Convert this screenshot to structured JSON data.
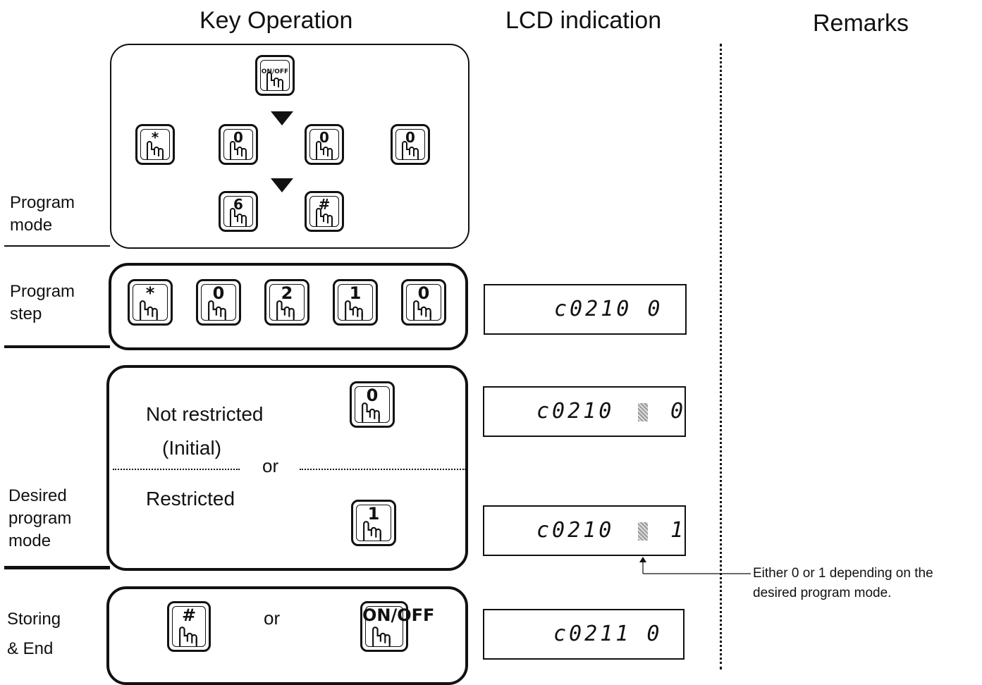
{
  "headers": {
    "key_operation": "Key Operation",
    "lcd_indication": "LCD  indication",
    "remarks": "Remarks"
  },
  "rows": {
    "program_mode": {
      "line1": "Program",
      "line2": "mode"
    },
    "program_step": {
      "line1": "Program",
      "line2": "step"
    },
    "desired_mode": {
      "line1": "Desired",
      "line2": "program",
      "line3": "mode"
    },
    "storing": {
      "line1": "Storing",
      "line2": "& End"
    }
  },
  "keys": {
    "onoff": "ON/OFF",
    "star": "*",
    "zero": "0",
    "one": "1",
    "two": "2",
    "six": "6",
    "hash": "#"
  },
  "options": {
    "not_restricted": "Not restricted",
    "initial": "(Initial)",
    "restricted": "Restricted",
    "or": "or"
  },
  "lcd": {
    "step": "c0210 0",
    "not_restricted_left": "c0210",
    "not_restricted_right": "0",
    "restricted_left": "c0210",
    "restricted_right": "1",
    "storing": "c0211 0"
  },
  "remark": {
    "line1": "Either 0 or 1 depending on the",
    "line2": "desired program mode."
  }
}
